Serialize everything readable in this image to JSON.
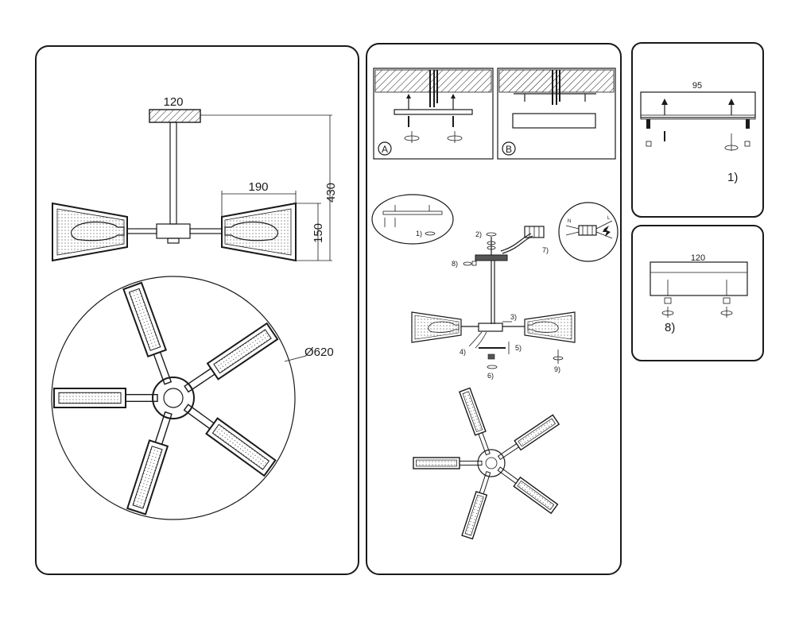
{
  "dimensions": {
    "base_width": "120",
    "shade_width": "190",
    "total_height": "430",
    "shade_height": "150",
    "diameter": "Ø620"
  },
  "mount_labels": {
    "a": "A",
    "b": "B"
  },
  "step_labels": {
    "s1": "1)",
    "s2": "2)",
    "s3": "3)",
    "s4": "4)",
    "s5": "5)",
    "s6": "6)",
    "s7": "7)",
    "s8": "8)",
    "s9": "9)"
  },
  "detail1": {
    "width": "95",
    "step": "1)"
  },
  "detail8": {
    "width": "120",
    "step": "8)"
  },
  "wire_labels": {
    "n": "N",
    "l": "L"
  },
  "colors": {
    "line": "#1a1a1a",
    "background": "#ffffff",
    "hatch": "#1a1a1a"
  }
}
